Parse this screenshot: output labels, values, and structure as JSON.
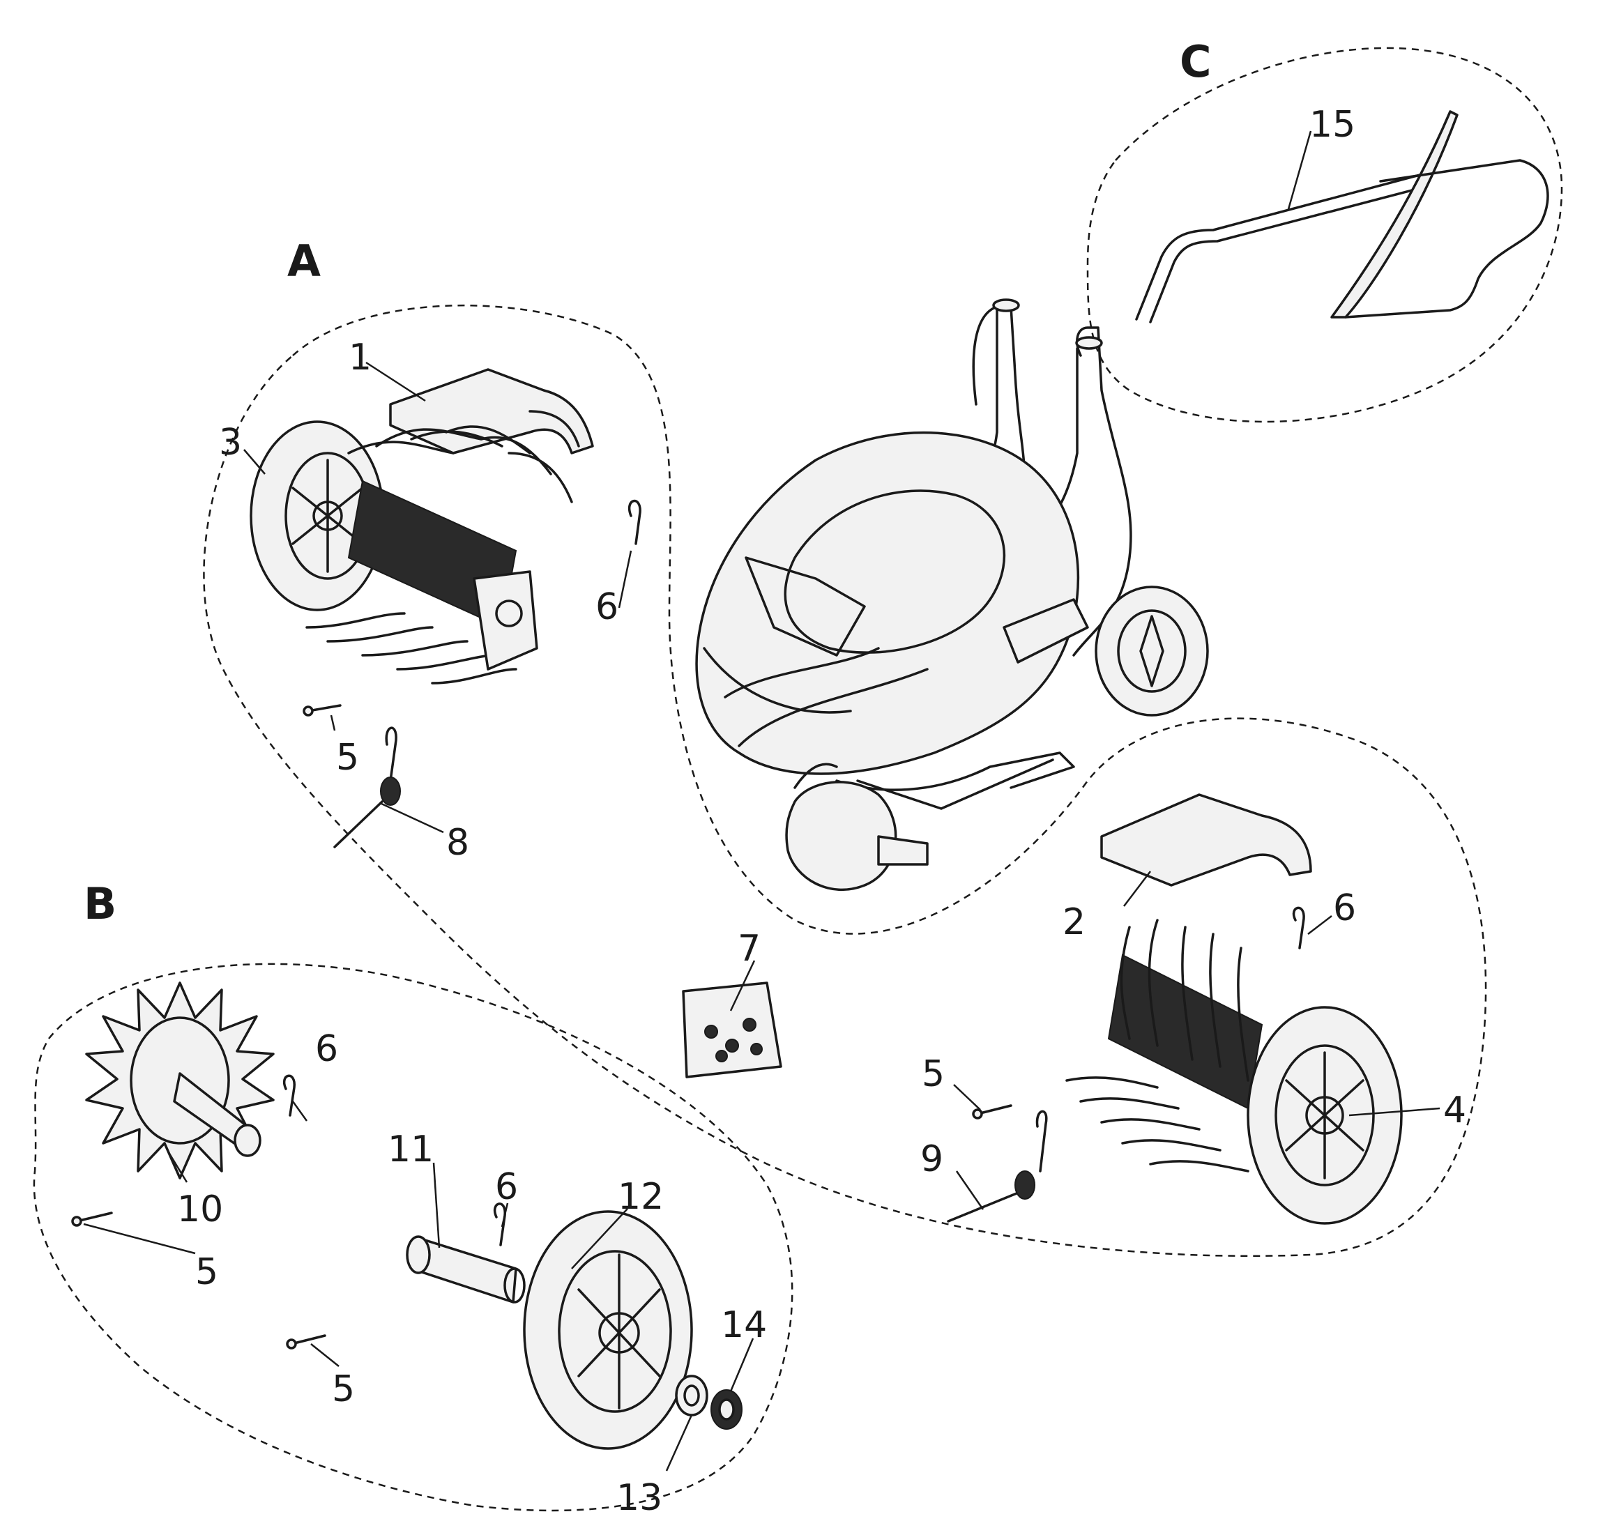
{
  "groups": {
    "a": "A",
    "b": "B",
    "c": "C"
  },
  "callouts": {
    "n1": "1",
    "n2": "2",
    "n3": "3",
    "n4": "4",
    "n5a": "5",
    "n5b": "5",
    "n5c": "5",
    "n5d": "5",
    "n6a": "6",
    "n6b": "6",
    "n6c": "6",
    "n6d": "6",
    "n7": "7",
    "n8": "8",
    "n9": "9",
    "n10": "10",
    "n11": "11",
    "n12": "12",
    "n13": "13",
    "n14": "14",
    "n15": "15"
  }
}
